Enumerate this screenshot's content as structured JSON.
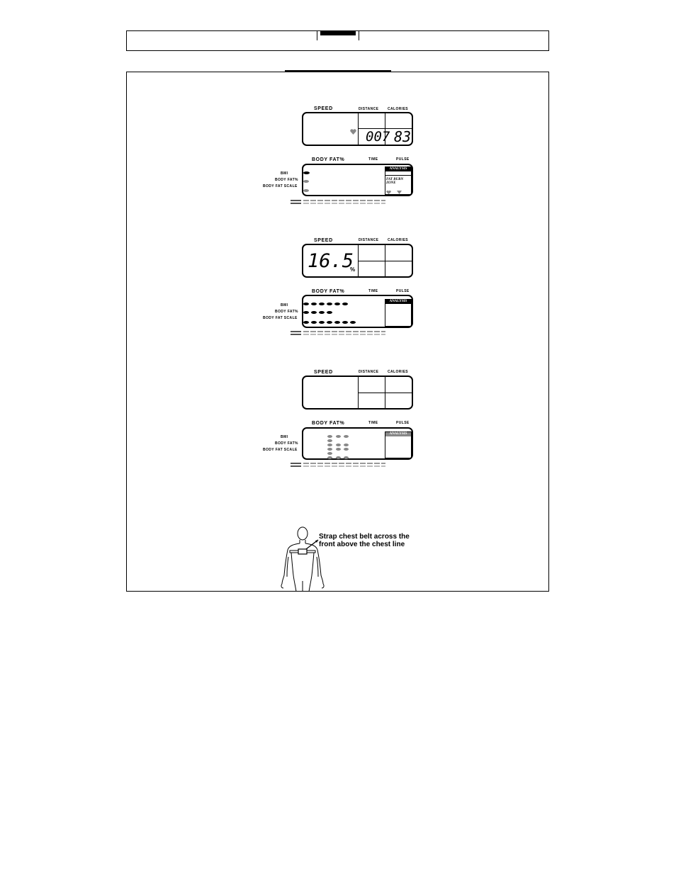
{
  "header": {},
  "display_panels": [
    {
      "top_labels": {
        "speed": "SPEED",
        "distance": "DISTANCE",
        "calories": "CALORIES"
      },
      "values": {
        "distance": "007",
        "calories": "83"
      },
      "bottom_labels": {
        "body_fat": "BODY FAT%",
        "time": "TIME",
        "pulse": "PULSE"
      },
      "side_labels": [
        "BMI",
        "BODY FAT%",
        "BODY FAT SCALE"
      ],
      "analysis": {
        "tag": "ANALYSIS",
        "zone_line1": "FAT BURN",
        "zone_line2": "ZONE"
      }
    },
    {
      "top_labels": {
        "speed": "SPEED",
        "distance": "DISTANCE",
        "calories": "CALORIES"
      },
      "values": {
        "speed": "16.5",
        "speed_unit": "%"
      },
      "bottom_labels": {
        "body_fat": "BODY FAT%",
        "time": "TIME",
        "pulse": "PULSE"
      },
      "side_labels": [
        "BMI",
        "BODY FAT%",
        "BODY FAT SCALE"
      ],
      "analysis": {
        "tag": "ANALYSIS"
      }
    },
    {
      "top_labels": {
        "speed": "SPEED",
        "distance": "DISTANCE",
        "calories": "CALORIES"
      },
      "bottom_labels": {
        "body_fat": "BODY FAT%",
        "time": "TIME",
        "pulse": "PULSE"
      },
      "side_labels": [
        "BMI",
        "BODY FAT%",
        "BODY FAT SCALE"
      ],
      "analysis": {
        "tag": "ANALYSIS"
      }
    }
  ],
  "chest_belt": {
    "caption_line1": "Strap chest belt across the",
    "caption_line2": "front above the chest line"
  },
  "colors": {
    "ink": "#000000",
    "segment_grey": "#888888"
  },
  "icons": [
    "heart-icon",
    "down-triangle-icon",
    "human-figure-illustration"
  ]
}
